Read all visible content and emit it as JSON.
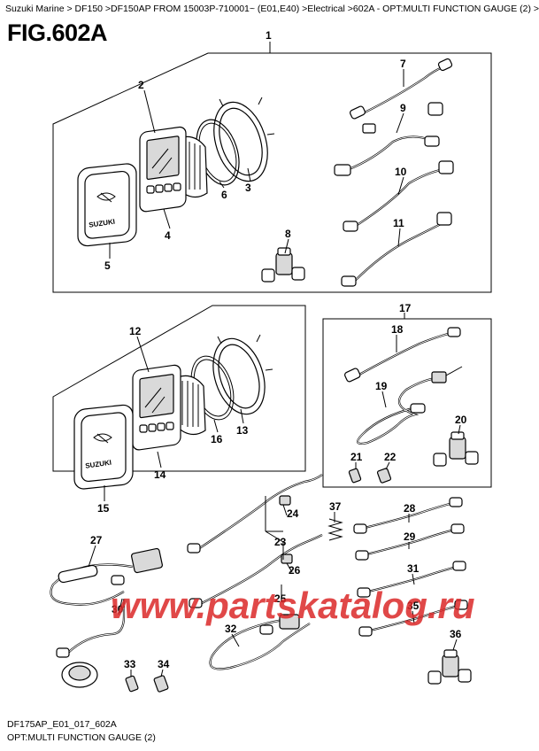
{
  "header": {
    "breadcrumb": "Suzuki Marine > DF150 >DF150AP FROM 15003P-710001~ (E01,E40) >Electrical >602A - OPT:MULTI FUNCTION GAUGE (2) >",
    "figure_title": "FIG.602A"
  },
  "footer": {
    "drawing_code": "DF175AP_E01_017_602A",
    "caption": "OPT:MULTI FUNCTION GAUGE (2)"
  },
  "watermark": {
    "text": "www.partskatalog.ru",
    "color": "#da2828"
  },
  "gauge_logo_text": "SUZUKI",
  "callouts": [
    "1",
    "2",
    "3",
    "4",
    "5",
    "6",
    "7",
    "8",
    "9",
    "10",
    "11",
    "12",
    "13",
    "14",
    "15",
    "16",
    "17",
    "18",
    "19",
    "20",
    "21",
    "22",
    "23",
    "24",
    "25",
    "26",
    "27",
    "28",
    "29",
    "30",
    "31",
    "32",
    "33",
    "34",
    "35",
    "36",
    "37"
  ]
}
